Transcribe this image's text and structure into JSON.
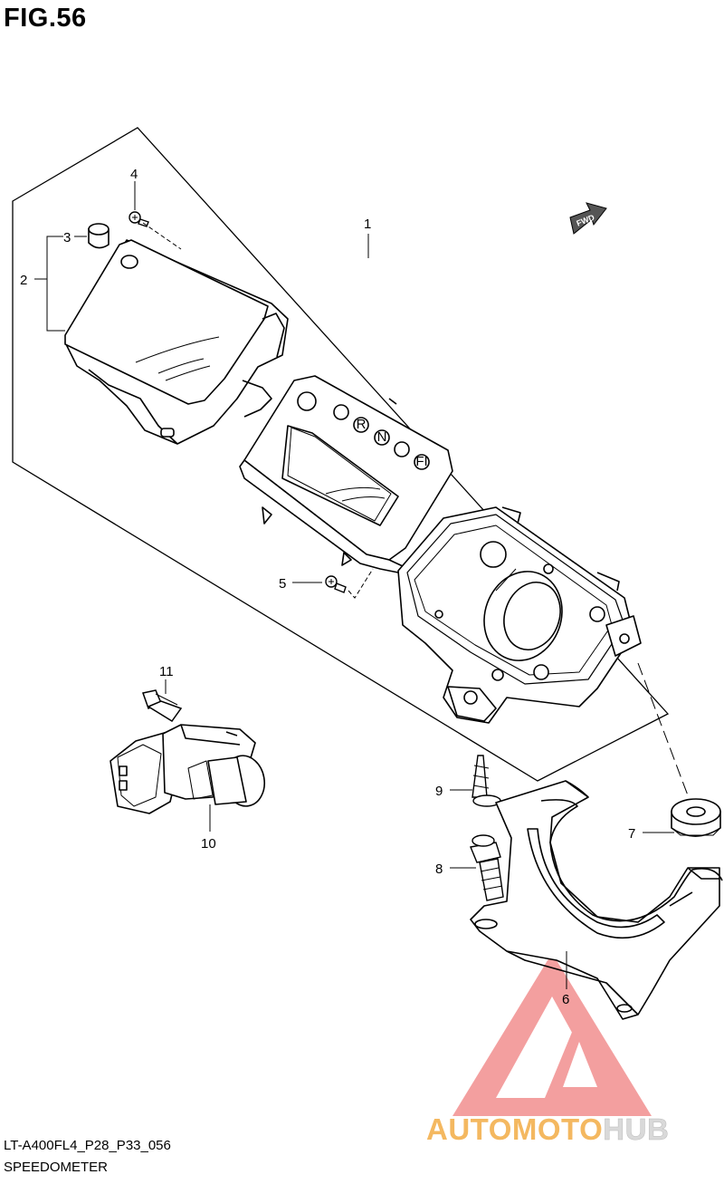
{
  "figure": {
    "title": "FIG.56"
  },
  "footer": {
    "model_code": "LT-A400FL4_P28_P33_056",
    "section_name": "SPEEDOMETER"
  },
  "fwd_marker": {
    "label": "FWD"
  },
  "callouts": [
    {
      "id": "callout-1",
      "number": "1"
    },
    {
      "id": "callout-2",
      "number": "2"
    },
    {
      "id": "callout-3",
      "number": "3"
    },
    {
      "id": "callout-4",
      "number": "4"
    },
    {
      "id": "callout-5",
      "number": "5"
    },
    {
      "id": "callout-6",
      "number": "6"
    },
    {
      "id": "callout-7",
      "number": "7"
    },
    {
      "id": "callout-8",
      "number": "8"
    },
    {
      "id": "callout-9",
      "number": "9"
    },
    {
      "id": "callout-10",
      "number": "10"
    },
    {
      "id": "callout-11",
      "number": "11"
    }
  ],
  "indicator_lights": [
    "R",
    "N",
    "FI"
  ],
  "watermark": {
    "part_a": "AUTOMOTO",
    "part_b": "HUB",
    "color_a": "#f4b860",
    "color_b": "#d9d9d9",
    "logo_color": "#f08080"
  }
}
